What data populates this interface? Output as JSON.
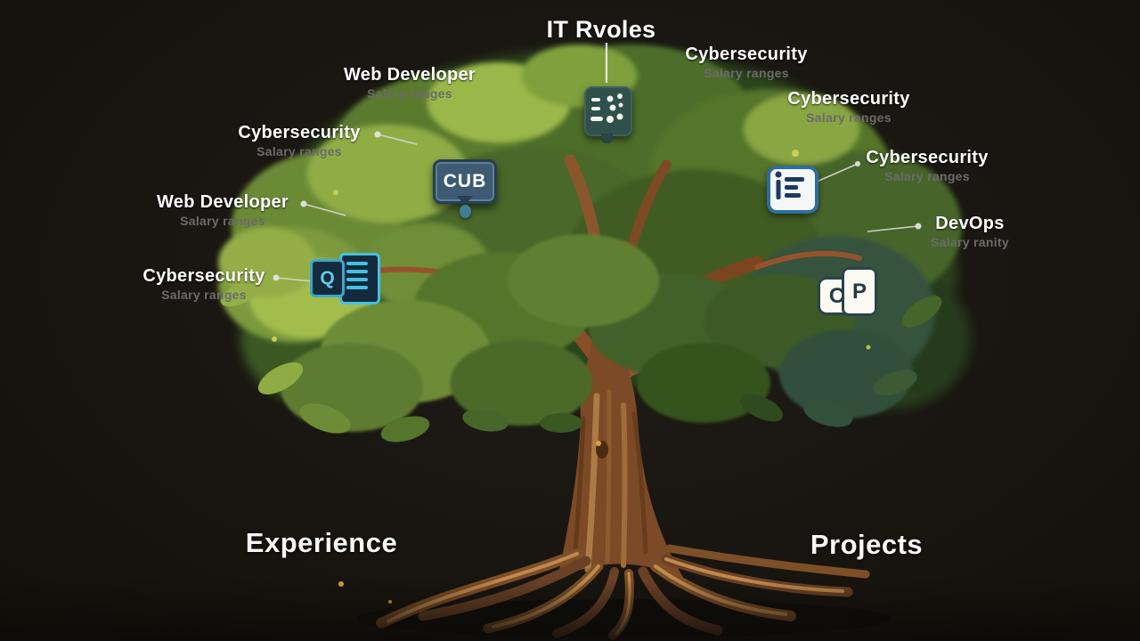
{
  "header": {
    "title": "IT Rvoles"
  },
  "labels": [
    {
      "id": "web-developer-top",
      "title": "Web Developer",
      "subtitle": "Salery ranges"
    },
    {
      "id": "cybersecurity-left-top",
      "title": "Cybersecurity",
      "subtitle": "Salary ranges"
    },
    {
      "id": "web-developer-left",
      "title": "Web Developer",
      "subtitle": "Salary ranges"
    },
    {
      "id": "cybersecurity-left-bottom",
      "title": "Cybersecurity",
      "subtitle": "Salary ranges"
    },
    {
      "id": "cybersecurity-right-top",
      "title": "Cybersecurity",
      "subtitle": "Salary ranges"
    },
    {
      "id": "cybersecurity-right-mid",
      "title": "Cybersecurity",
      "subtitle": "Salary ranges"
    },
    {
      "id": "cybersecurity-right-low",
      "title": "Cybersecurity",
      "subtitle": "Salary ranges"
    },
    {
      "id": "devops",
      "title": "DevOps",
      "subtitle": "Salary ranity"
    }
  ],
  "footer": {
    "left": "Experience",
    "right": "Projects"
  },
  "badges": {
    "cub": "CUB",
    "q": "Q",
    "c": "C",
    "p": "P"
  },
  "icons": {
    "top": "code-dots-icon",
    "cub": "cub-badge",
    "list": "list-document-icon",
    "qdoc": "q-document-icon",
    "cp": "cp-pages-icon"
  },
  "colors": {
    "background": "#17140f",
    "label_text": "#ffffff",
    "subtitle_text": "#6b6b6b",
    "canopy_green_dark": "#33501f",
    "canopy_green_light": "#a5bf52",
    "trunk_brown": "#7c4a26",
    "root_tan": "#c08a4c",
    "badge_cub_bg": "#3d5b72",
    "icon_teal_bg": "#30504c",
    "icon_navy_bg": "#142a3d",
    "icon_cyan": "#45bfe2",
    "icon_blue_border": "#2e6e9e",
    "icon_outline_dark": "#2a4449"
  }
}
